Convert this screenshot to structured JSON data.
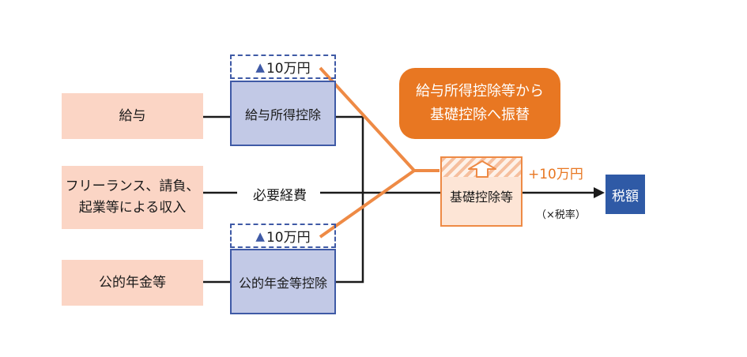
{
  "sources": [
    "給与",
    "フリーランス、請負、",
    "起業等による収入",
    "公的年金等"
  ],
  "deductions": {
    "salary": "給与所得控除",
    "expenses": "必要経費",
    "pension": "公的年金等控除"
  },
  "reductions": {
    "salary": "10万円",
    "pension": "10万円",
    "triangle_icon": "▲"
  },
  "callout": {
    "line1": "給与所得控除等から",
    "line2": "基礎控除へ振替"
  },
  "basic_deduction": {
    "label": "基礎控除等",
    "increase": "+10万円"
  },
  "tax": {
    "label": "税額",
    "rate_note": "（×税率）"
  },
  "colors": {
    "source_fill": "#fbd5c5",
    "deduction_fill": "#c2c9e6",
    "deduction_border": "#3f5aa6",
    "accent_orange": "#e87722",
    "tax_fill": "#2f5aa6"
  }
}
